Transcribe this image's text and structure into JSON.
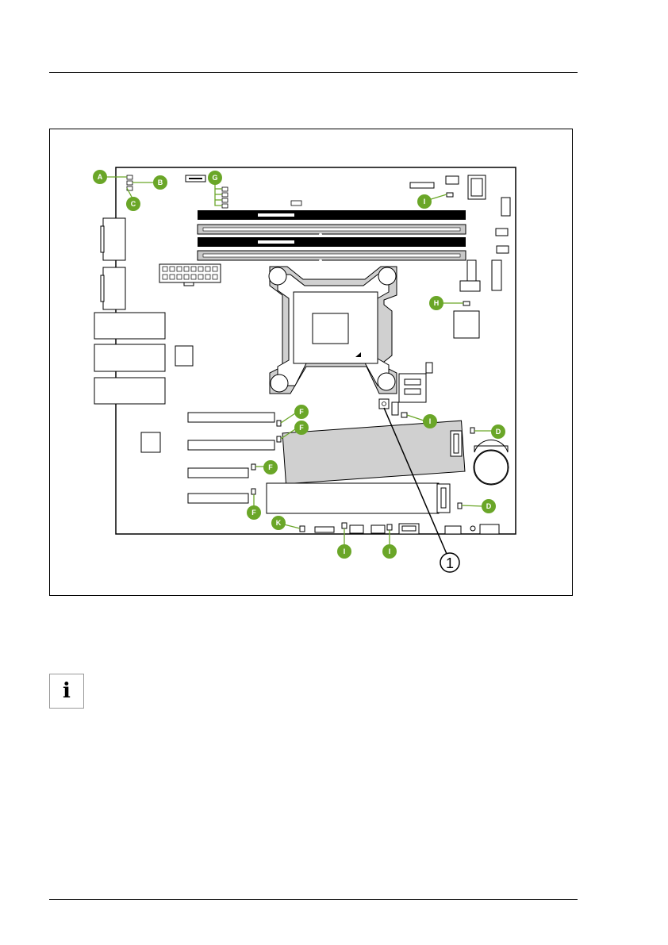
{
  "callouts": {
    "A": "A",
    "B": "B",
    "C": "C",
    "G": "G",
    "H": "H",
    "I": "I",
    "F": "F",
    "D": "D",
    "K": "K"
  },
  "number_callout": "1",
  "info_icon_glyph": "i",
  "colors": {
    "callout_green": "#6aa628",
    "callout_text": "#ffffff",
    "board_outline": "#000000",
    "socket_gray": "#c8c8c8",
    "dimm_black": "#000000"
  }
}
